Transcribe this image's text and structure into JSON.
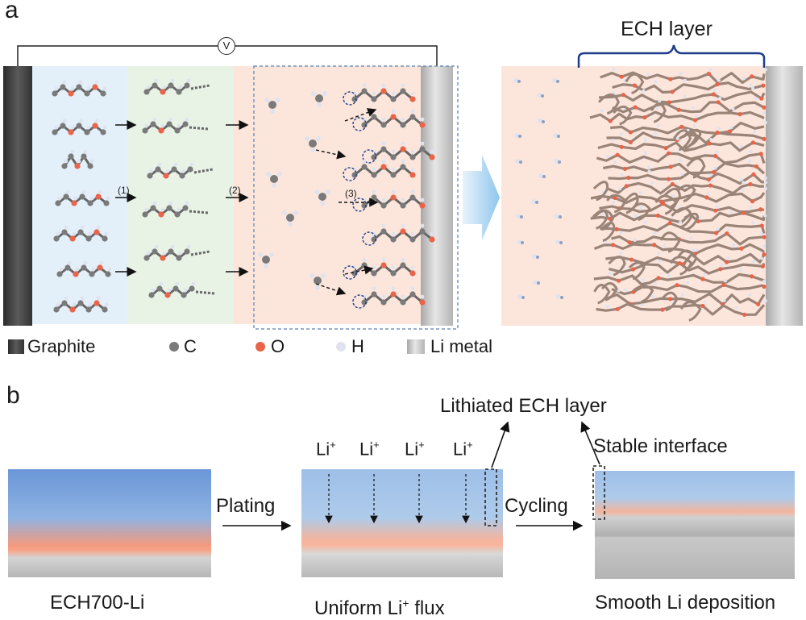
{
  "panel_a": {
    "letter": "a",
    "voltmeter_symbol": "V",
    "ech_layer_title": "ECH layer",
    "steps": [
      "(1)",
      "(2)",
      "(3)"
    ]
  },
  "legend": {
    "items": [
      {
        "label": "Graphite",
        "icon": "graphite-swatch",
        "color": "#4a4a4a"
      },
      {
        "label": "C",
        "icon": "carbon-atom",
        "color": "#7a7a7a"
      },
      {
        "label": "O",
        "icon": "oxygen-atom",
        "color": "#e8644a"
      },
      {
        "label": "H",
        "icon": "hydrogen-atom",
        "color": "#dfe3ef"
      },
      {
        "label": "Li metal",
        "icon": "li-metal-swatch",
        "color": "#c8c8c8"
      }
    ]
  },
  "panel_b": {
    "letter": "b",
    "plating_label": "Plating",
    "cycling_label": "Cycling",
    "li_ion": {
      "base": "Li",
      "sup": "+"
    },
    "lithiated_label": "Lithiated ECH layer",
    "stable_label": "Stable interface",
    "caption_left": "ECH700-Li",
    "caption_middle_pre": "Uniform Li",
    "caption_middle_sup": "+",
    "caption_middle_post": " flux",
    "caption_right": "Smooth Li deposition"
  },
  "colors": {
    "electrolyte_blue": "#e3eff9",
    "electrolyte_green": "#e8f3e6",
    "electrolyte_peach": "#fce6dc",
    "carbon": "#7a7a7a",
    "oxygen": "#e8644a",
    "hydrogen": "#dfe3ef",
    "ech_chain": "#9a8478",
    "frame_blue": "#1f3d8a"
  }
}
